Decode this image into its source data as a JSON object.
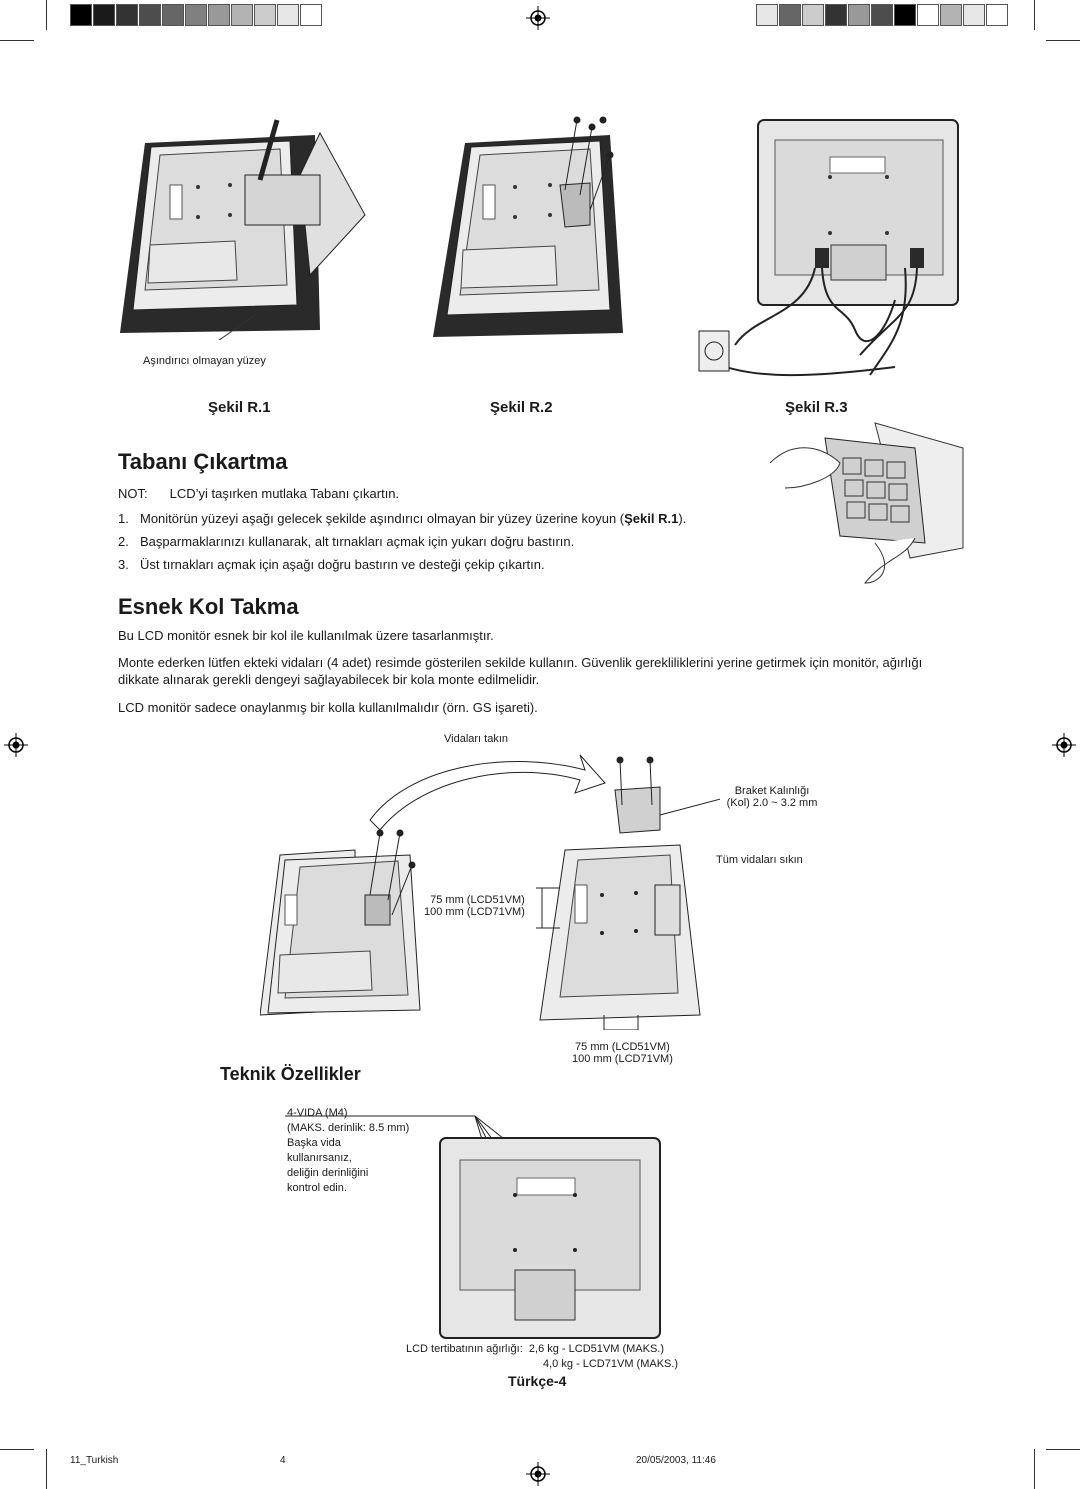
{
  "top_figures": {
    "surface_label": "Aşındırıcı olmayan yüzey",
    "fig1_label": "Şekil R.1",
    "fig2_label": "Şekil R.2",
    "fig3_label": "Şekil R.3"
  },
  "section1": {
    "title": "Tabanı Çıkartma",
    "note_prefix": "NOT:",
    "note_text": "LCD’yi taşırken mutlaka Tabanı çıkartın.",
    "steps": [
      {
        "num": "1.",
        "text": "Monitörün yüzeyi aşağı gelecek şekilde aşındırıcı olmayan bir yüzey üzerine koyun (",
        "ref": "Şekil R.1",
        "after": ")."
      },
      {
        "num": "2.",
        "text": "Başparmaklarınızı kullanarak, alt tırnakları açmak için yukarı doğru bastırın."
      },
      {
        "num": "3.",
        "text": "Üst tırnakları açmak için aşağı doğru bastırın ve desteği çekip çıkartın."
      }
    ]
  },
  "section2": {
    "title": "Esnek Kol Takma",
    "p1": "Bu LCD monitör esnek bir kol ile kullanılmak üzere tasarlanmıştır.",
    "p2": "Monte ederken lütfen ekteki vidaları (4 adet) resimde gösterilen sekilde kullanın. Güvenlik gerekliliklerini yerine getirmek için monitör, ağırlığı dikkate alınarak gerekli dengeyi sağlayabilecek bir kola monte edilmelidir.",
    "p3": "LCD monitör sadece onaylanmış bir kolla kullanılmalıdır (örn. GS işareti)."
  },
  "arm_figure": {
    "screws_label": "Vidaları takın",
    "bracket_label_1": "Braket Kalınlığı",
    "bracket_label_2": "(Kol) 2.0 ~ 3.2 mm",
    "tighten_label": "Tüm vidaları sıkın",
    "dim_v_1": "75 mm (LCD51VM)",
    "dim_v_2": "100 mm (LCD71VM)",
    "dim_h_1": "75 mm (LCD51VM)",
    "dim_h_2": "100 mm (LCD71VM)"
  },
  "section3": {
    "title": "Teknik Özellikler",
    "screw_1": "4-VIDA (M4)",
    "screw_2": "(MAKS. derinlik: 8.5 mm)",
    "screw_3": "Başka vida",
    "screw_4": "kullanırsanız,",
    "screw_5": "deliğin derinliğini",
    "screw_6": "kontrol edin.",
    "weight_label": "LCD tertibatının ağırlığı:",
    "weight_1": "2,6 kg - LCD51VM (MAKS.)",
    "weight_2": "4,0 kg - LCD71VM (MAKS.)"
  },
  "page_label": "Türkçe-4",
  "footer": {
    "left": "11_Turkish",
    "center": "4",
    "right": "20/05/2003, 11:46"
  },
  "colors": {
    "text": "#1a1a1a",
    "line": "#222222",
    "fill_light": "#e4e4e4",
    "fill_mid": "#c8c8c8",
    "fill_dark": "#2a2a2a"
  }
}
